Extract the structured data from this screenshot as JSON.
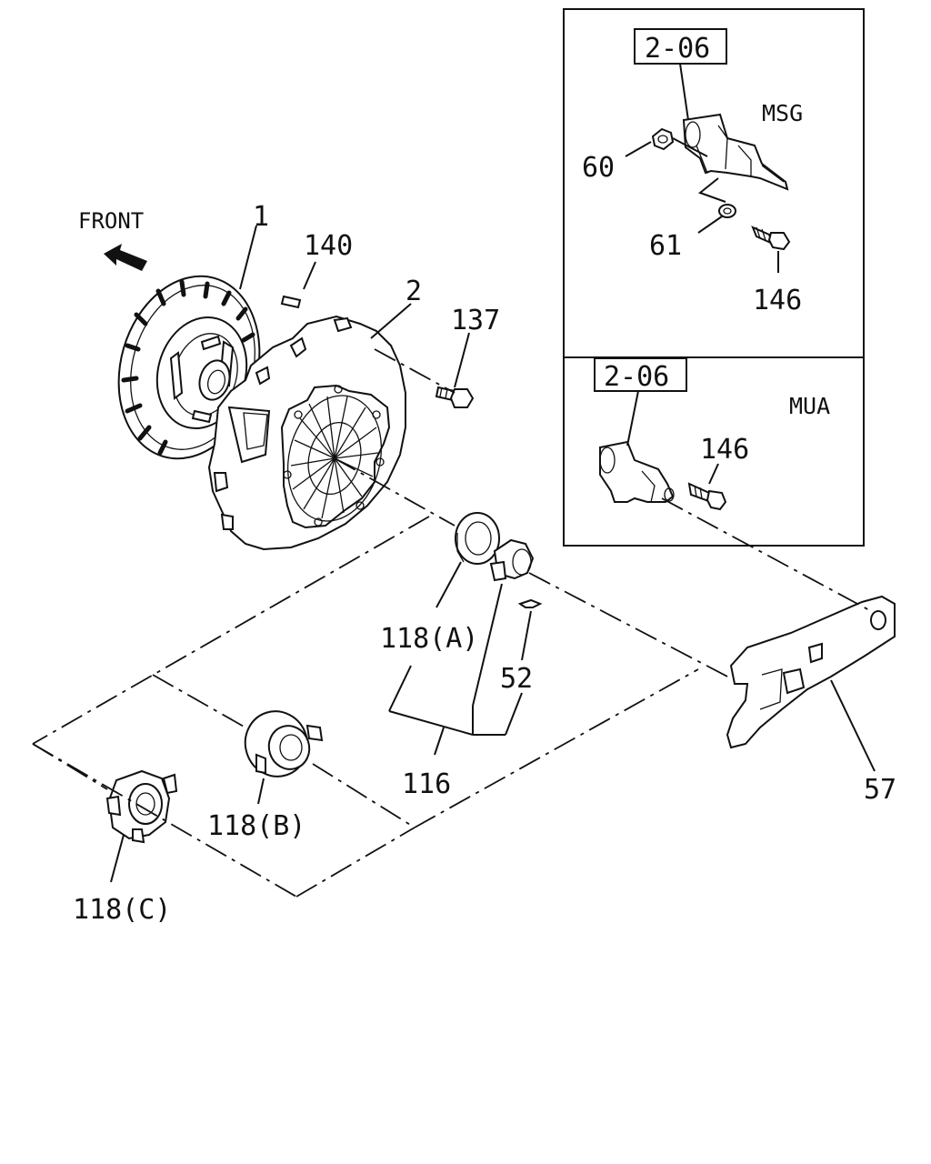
{
  "labels": {
    "front": "FRONT",
    "p1": "1",
    "p140": "140",
    "p2": "2",
    "p137": "137",
    "ref_msg": "2-06",
    "msg": "MSG",
    "p60": "60",
    "p61": "61",
    "p146_msg": "146",
    "ref_mua": "2-06",
    "mua": "MUA",
    "p146_mua": "146",
    "p118a": "118(A)",
    "p52": "52",
    "p116": "116",
    "p118b": "118(B)",
    "p118c": "118(C)",
    "p57": "57"
  },
  "icons": {
    "front_arrow": "front-arrow-icon"
  }
}
